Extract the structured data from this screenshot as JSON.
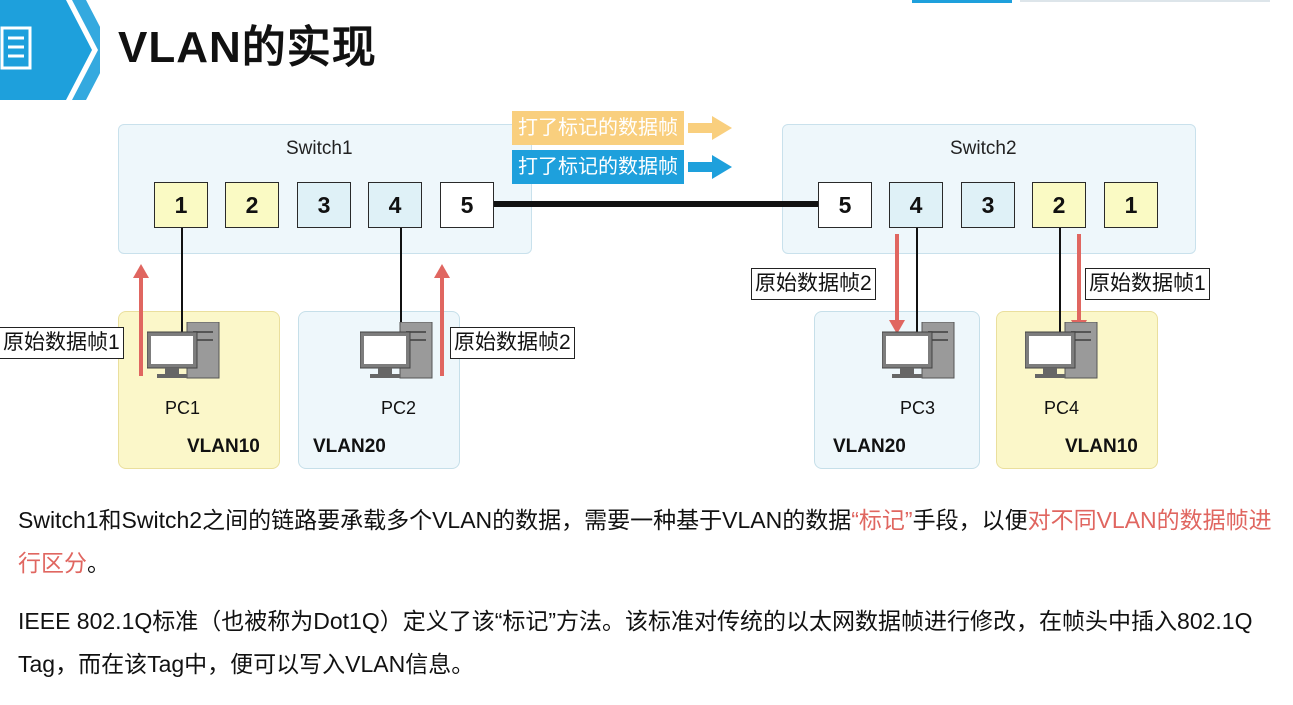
{
  "header": {
    "title": "VLAN的实现",
    "icon": "document-icon",
    "accent": "#1ea0dc"
  },
  "diagram": {
    "switch1": {
      "label": "Switch1",
      "ports": [
        "1",
        "2",
        "3",
        "4",
        "5"
      ]
    },
    "switch2": {
      "label": "Switch2",
      "ports": [
        "5",
        "4",
        "3",
        "2",
        "1"
      ]
    },
    "tag_legend": [
      {
        "text": "打了标记的数据帧",
        "color": "#f9cf7e"
      },
      {
        "text": "打了标记的数据帧",
        "color": "#1ea0dc"
      }
    ],
    "pcs": [
      {
        "name": "PC1",
        "vlan": "VLAN10",
        "frame": "原始数据帧1"
      },
      {
        "name": "PC2",
        "vlan": "VLAN20",
        "frame": "原始数据帧2"
      },
      {
        "name": "PC3",
        "vlan": "VLAN20",
        "frame": "原始数据帧2"
      },
      {
        "name": "PC4",
        "vlan": "VLAN10",
        "frame": "原始数据帧1"
      }
    ],
    "colors": {
      "vlan10": "#fbf7c9",
      "vlan20": "#eef7fb",
      "arrow": "#e06660"
    }
  },
  "text": {
    "p1_a": "Switch1和Switch2之间的链路要承载多个VLAN的数据，需要一种基于VLAN的数据",
    "p1_b": "“标记”",
    "p1_c": "手段，以便",
    "p1_d": "对不同VLAN的数据帧进行区分",
    "p1_e": "。",
    "p2": "IEEE  802.1Q标准（也被称为Dot1Q）定义了该“标记”方法。该标准对传统的以太网数据帧进行修改，在帧头中插入802.1Q Tag，而在该Tag中，便可以写入VLAN信息。"
  }
}
